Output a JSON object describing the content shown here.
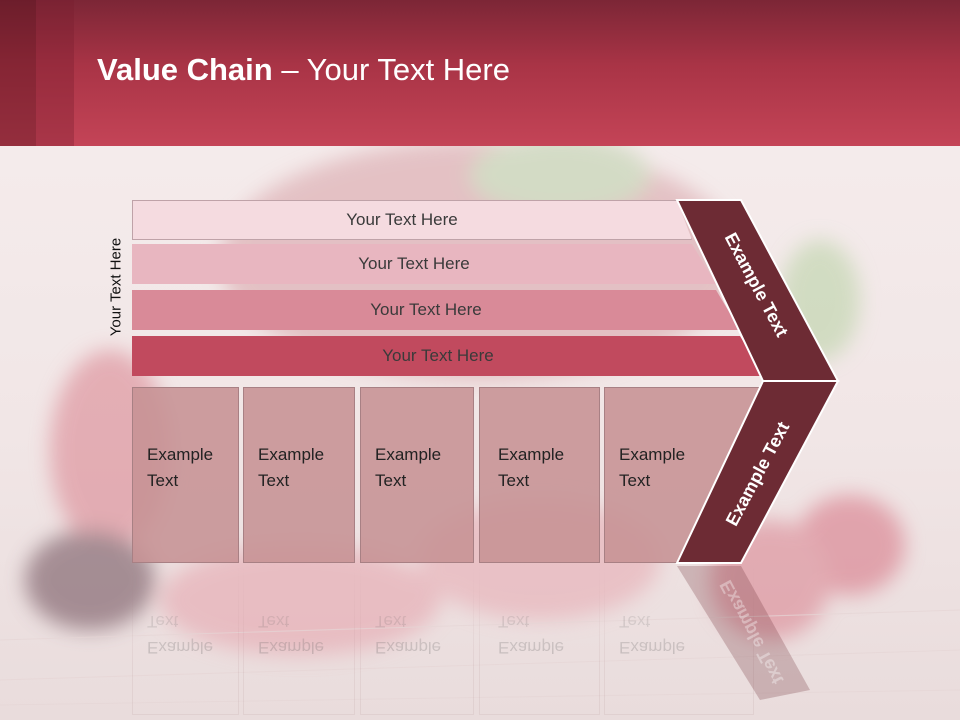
{
  "title": {
    "bold": "Value Chain",
    "rest": " – Your Text Here"
  },
  "side_label": "Your Text Here",
  "rows": [
    {
      "label": "Your Text Here"
    },
    {
      "label": "Your Text Here"
    },
    {
      "label": "Your Text Here"
    },
    {
      "label": "Your Text Here"
    }
  ],
  "boxes": [
    {
      "line1": "Example",
      "line2": "Text"
    },
    {
      "line1": "Example",
      "line2": "Text"
    },
    {
      "line1": "Example",
      "line2": "Text"
    },
    {
      "line1": "Example",
      "line2": "Text"
    },
    {
      "line1": "Example",
      "line2": "Text"
    }
  ],
  "chevron": {
    "upper": "Example Text",
    "lower": "Example Text"
  },
  "colors": {
    "header": "#a93446",
    "chevron": "#6d2b34"
  }
}
